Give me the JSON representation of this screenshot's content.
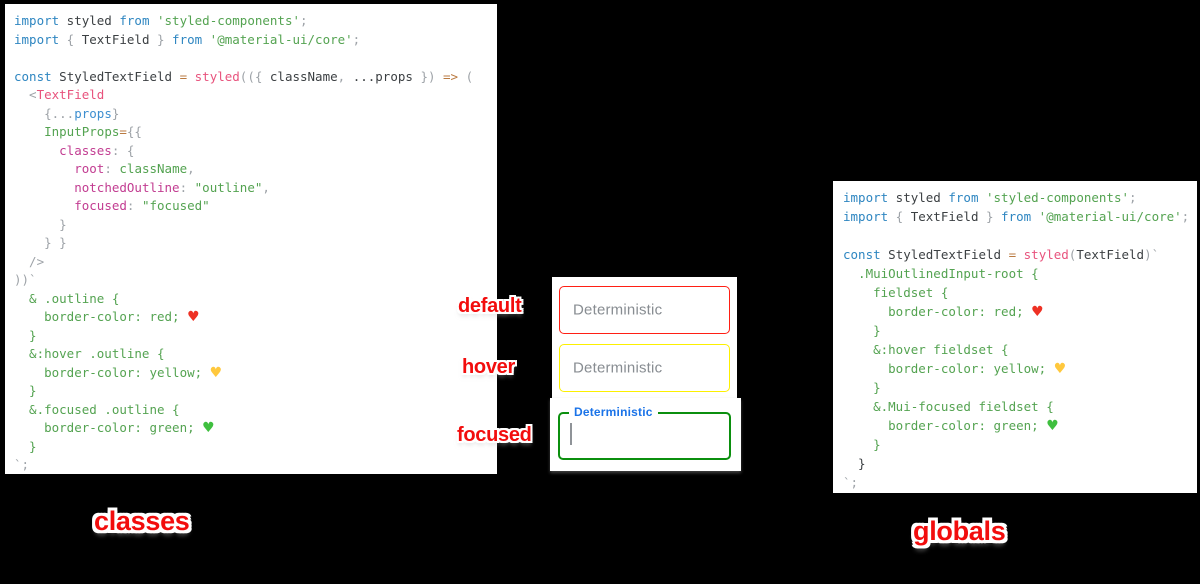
{
  "background": "#000000",
  "syntax_colors": {
    "kw": "#2E86C1",
    "pl": "#3C4043",
    "str": "#54A351",
    "prop": "#C23C91",
    "comp": "#E8537D",
    "op": "#BA7A40",
    "pu": "#9EA3A8",
    "blue": "#3E8FD0",
    "hr": "#EE3124",
    "hy": "#FFC83D",
    "hg": "#3FBF3F"
  },
  "left_code": {
    "lines": [
      [
        {
          "c": "kw",
          "t": "import"
        },
        {
          "c": "pl",
          "t": " styled "
        },
        {
          "c": "kw",
          "t": "from"
        },
        {
          "c": "str",
          "t": " 'styled-components'"
        },
        {
          "c": "pu",
          "t": ";"
        }
      ],
      [
        {
          "c": "kw",
          "t": "import"
        },
        {
          "c": "pu",
          "t": " { "
        },
        {
          "c": "pl",
          "t": "TextField"
        },
        {
          "c": "pu",
          "t": " } "
        },
        {
          "c": "kw",
          "t": "from"
        },
        {
          "c": "str",
          "t": " '@material-ui/core'"
        },
        {
          "c": "pu",
          "t": ";"
        }
      ],
      [],
      [
        {
          "c": "kw",
          "t": "const"
        },
        {
          "c": "pl",
          "t": " StyledTextField "
        },
        {
          "c": "op",
          "t": "= "
        },
        {
          "c": "comp",
          "t": "styled"
        },
        {
          "c": "pu",
          "t": "(({ "
        },
        {
          "c": "pl",
          "t": "className"
        },
        {
          "c": "pu",
          "t": ", "
        },
        {
          "c": "pl",
          "t": "...props"
        },
        {
          "c": "pu",
          "t": " }) "
        },
        {
          "c": "op",
          "t": "=>"
        },
        {
          "c": "pu",
          "t": " ("
        }
      ],
      [
        {
          "c": "pu",
          "t": "  <"
        },
        {
          "c": "comp",
          "t": "TextField"
        }
      ],
      [
        {
          "c": "pu",
          "t": "    {..."
        },
        {
          "c": "blue",
          "t": "props"
        },
        {
          "c": "pu",
          "t": "}"
        }
      ],
      [
        {
          "c": "pu",
          "t": "    "
        },
        {
          "c": "str",
          "t": "InputProps"
        },
        {
          "c": "op",
          "t": "="
        },
        {
          "c": "pu",
          "t": "{{"
        }
      ],
      [
        {
          "c": "pu",
          "t": "      "
        },
        {
          "c": "prop",
          "t": "classes"
        },
        {
          "c": "pu",
          "t": ": {"
        }
      ],
      [
        {
          "c": "pu",
          "t": "        "
        },
        {
          "c": "prop",
          "t": "root"
        },
        {
          "c": "pu",
          "t": ": "
        },
        {
          "c": "str",
          "t": "className"
        },
        {
          "c": "pu",
          "t": ","
        }
      ],
      [
        {
          "c": "pu",
          "t": "        "
        },
        {
          "c": "prop",
          "t": "notchedOutline"
        },
        {
          "c": "pu",
          "t": ": "
        },
        {
          "c": "str",
          "t": "\"outline\""
        },
        {
          "c": "pu",
          "t": ","
        }
      ],
      [
        {
          "c": "pu",
          "t": "        "
        },
        {
          "c": "prop",
          "t": "focused"
        },
        {
          "c": "pu",
          "t": ": "
        },
        {
          "c": "str",
          "t": "\"focused\""
        }
      ],
      [
        {
          "c": "pu",
          "t": "      }"
        }
      ],
      [
        {
          "c": "pu",
          "t": "    } }"
        }
      ],
      [
        {
          "c": "pu",
          "t": "  />"
        }
      ],
      [
        {
          "c": "pu",
          "t": "))`"
        }
      ],
      [
        {
          "c": "str",
          "t": "  & .outline {"
        }
      ],
      [
        {
          "c": "str",
          "t": "    border-color: red; "
        },
        {
          "c": "hr",
          "t": "♥"
        }
      ],
      [
        {
          "c": "str",
          "t": "  }"
        }
      ],
      [
        {
          "c": "str",
          "t": "  &:hover .outline {"
        }
      ],
      [
        {
          "c": "str",
          "t": "    border-color: yellow; "
        },
        {
          "c": "hy",
          "t": "♥"
        }
      ],
      [
        {
          "c": "str",
          "t": "  }"
        }
      ],
      [
        {
          "c": "str",
          "t": "  &.focused .outline {"
        }
      ],
      [
        {
          "c": "str",
          "t": "    border-color: green; "
        },
        {
          "c": "hg",
          "t": "♥"
        }
      ],
      [
        {
          "c": "str",
          "t": "  }"
        }
      ],
      [
        {
          "c": "pu",
          "t": "`;"
        }
      ]
    ]
  },
  "right_code": {
    "lines": [
      [
        {
          "c": "kw",
          "t": "import"
        },
        {
          "c": "pl",
          "t": " styled "
        },
        {
          "c": "kw",
          "t": "from"
        },
        {
          "c": "str",
          "t": " 'styled-components'"
        },
        {
          "c": "pu",
          "t": ";"
        }
      ],
      [
        {
          "c": "kw",
          "t": "import"
        },
        {
          "c": "pu",
          "t": " { "
        },
        {
          "c": "pl",
          "t": "TextField"
        },
        {
          "c": "pu",
          "t": " } "
        },
        {
          "c": "kw",
          "t": "from"
        },
        {
          "c": "str",
          "t": " '@material-ui/core'"
        },
        {
          "c": "pu",
          "t": ";"
        }
      ],
      [],
      [
        {
          "c": "kw",
          "t": "const"
        },
        {
          "c": "pl",
          "t": " StyledTextField "
        },
        {
          "c": "op",
          "t": "= "
        },
        {
          "c": "comp",
          "t": "styled"
        },
        {
          "c": "pu",
          "t": "("
        },
        {
          "c": "pl",
          "t": "TextField"
        },
        {
          "c": "pu",
          "t": ")`"
        }
      ],
      [
        {
          "c": "str",
          "t": "  .MuiOutlinedInput-root {"
        }
      ],
      [
        {
          "c": "str",
          "t": "    fieldset {"
        }
      ],
      [
        {
          "c": "str",
          "t": "      border-color: red; "
        },
        {
          "c": "hr",
          "t": "♥"
        }
      ],
      [
        {
          "c": "str",
          "t": "    }"
        }
      ],
      [
        {
          "c": "str",
          "t": "    &:hover fieldset {"
        }
      ],
      [
        {
          "c": "str",
          "t": "      border-color: yellow; "
        },
        {
          "c": "hy",
          "t": "♥"
        }
      ],
      [
        {
          "c": "str",
          "t": "    }"
        }
      ],
      [
        {
          "c": "str",
          "t": "    &.Mui-focused fieldset {"
        }
      ],
      [
        {
          "c": "str",
          "t": "      border-color: green; "
        },
        {
          "c": "hg",
          "t": "♥"
        }
      ],
      [
        {
          "c": "str",
          "t": "    }"
        }
      ],
      [
        {
          "c": "pl",
          "t": "  }"
        }
      ],
      [
        {
          "c": "pu",
          "t": "`;"
        }
      ]
    ]
  },
  "demo": {
    "state_labels": [
      "default",
      "hover",
      "focused"
    ],
    "label_color": "#F20D0D",
    "placeholder_color": "#888D92",
    "focused_label_color": "#1A73E8",
    "fields": [
      {
        "state": "default",
        "value": "Deterministic",
        "border": "#FF1F14"
      },
      {
        "state": "hover",
        "value": "Deterministic",
        "border": "#FCF000"
      },
      {
        "state": "focused",
        "value": "Deterministic",
        "border": "#0B8F0E"
      }
    ]
  },
  "captions": {
    "left": "classes",
    "right": "globals"
  }
}
